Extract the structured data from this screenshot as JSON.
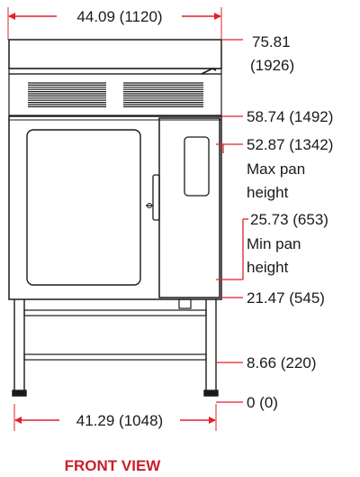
{
  "diagram": {
    "caption": "FRONT VIEW",
    "top_width": "44.09 (1120)",
    "bottom_width": "41.29 (1048)",
    "heights": {
      "h_7581_line1": "75.81",
      "h_7581_line2": "(1926)",
      "h_5874": "58.74 (1492)",
      "h_5287": "52.87 (1342)",
      "max_pan_1": "Max pan",
      "max_pan_2": "height",
      "h_2573": "25.73 (653)",
      "min_pan_1": "Min pan",
      "min_pan_2": "height",
      "h_2147": "21.47 (545)",
      "h_866": "8.66 (220)",
      "h_0": "0 (0)"
    },
    "colors": {
      "accent": "#e0202a",
      "line": "#1a1a1a",
      "caption": "#c8202e"
    }
  }
}
